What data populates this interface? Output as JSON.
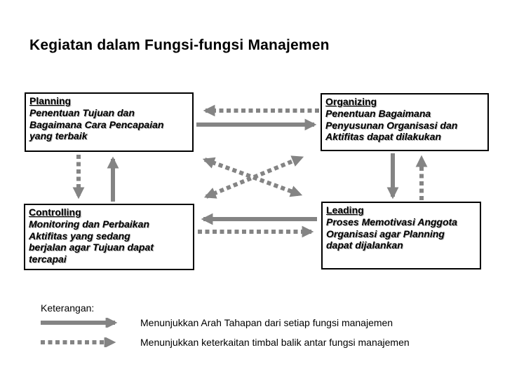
{
  "title": "Kegiatan dalam Fungsi-fungsi Manajemen",
  "boxes": {
    "planning": {
      "title": "Planning",
      "body": "Penentuan Tujuan dan\nBagaimana Cara Pencapaian\nyang terbaik"
    },
    "organizing": {
      "title": "Organizing",
      "body": "Penentuan Bagaimana\nPenyusunan Organisasi dan\nAktifitas dapat dilakukan"
    },
    "controlling": {
      "title": "Controlling",
      "body": "Monitoring dan Perbaikan\nAktifitas yang sedang\nberjalan agar Tujuan dapat\ntercapai"
    },
    "leading": {
      "title": "Leading",
      "body": "Proses Memotivasi Anggota\nOrganisasi agar Planning\ndapat dijalankan"
    }
  },
  "connections": [
    {
      "from": "Planning",
      "to": "Organizing",
      "style": "solid",
      "bidirectional": false
    },
    {
      "from": "Organizing",
      "to": "Planning",
      "style": "dashed",
      "bidirectional": false
    },
    {
      "from": "Organizing",
      "to": "Leading",
      "style": "solid",
      "bidirectional": false
    },
    {
      "from": "Leading",
      "to": "Organizing",
      "style": "dashed",
      "bidirectional": false
    },
    {
      "from": "Leading",
      "to": "Controlling",
      "style": "solid",
      "bidirectional": false
    },
    {
      "from": "Controlling",
      "to": "Leading",
      "style": "dashed",
      "bidirectional": false
    },
    {
      "from": "Controlling",
      "to": "Planning",
      "style": "solid",
      "bidirectional": false
    },
    {
      "from": "Planning",
      "to": "Controlling",
      "style": "dashed",
      "bidirectional": false
    },
    {
      "from": "Planning",
      "to": "Leading",
      "style": "dashed",
      "bidirectional": true
    },
    {
      "from": "Controlling",
      "to": "Organizing",
      "style": "dashed",
      "bidirectional": true
    }
  ],
  "legend": {
    "heading": "Keterangan:",
    "items": [
      {
        "symbol": "solid-arrow",
        "text": "Menunjukkan Arah Tahapan dari setiap fungsi manajemen"
      },
      {
        "symbol": "dashed-arrow",
        "text": "Menunjukkan keterkaitan timbal balik antar fungsi manajemen"
      }
    ]
  },
  "colors": {
    "arrow_gray": "#848484",
    "box_border": "#000000",
    "text": "#000000",
    "text_shadow": "#b0b0b0",
    "background": "#ffffff"
  }
}
